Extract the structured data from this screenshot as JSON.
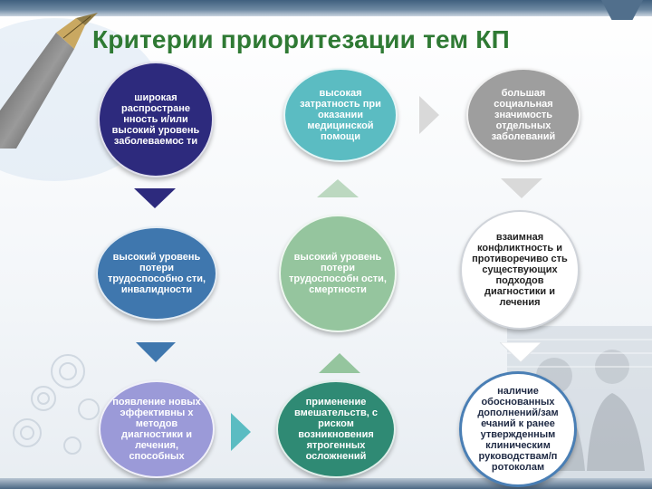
{
  "title": "Критерии приоритезации тем КП",
  "nodes": [
    {
      "id": "n1",
      "text": "широкая распростране нность и/или высокий уровень заболеваемос ти",
      "color": "#2d2a7d"
    },
    {
      "id": "n2",
      "text": "высокая затратность при оказании медицинской помощи",
      "color": "#5bbcc2"
    },
    {
      "id": "n3",
      "text": "большая социальная значимость отдельных заболеваний",
      "color": "#9e9e9e"
    },
    {
      "id": "n4",
      "text": "высокий уровень потери трудоспособно сти, инвалидности",
      "color": "#3f77ae"
    },
    {
      "id": "n5",
      "text": "высокий уровень потери трудоспособн ости, смертности",
      "color": "#95c59e"
    },
    {
      "id": "n6",
      "text": "взаимная конфликтность и противоречиво сть существующих подходов диагностики и лечения",
      "color": "#ffffff",
      "textColor": "#222222"
    },
    {
      "id": "n7",
      "text": "появление новых эффективны х методов диагностики и лечения, способных",
      "color": "#9b9ad8"
    },
    {
      "id": "n8",
      "text": "применение вмешательств, с риском возникновения ятрогенных осложнений",
      "color": "#2f8a74"
    },
    {
      "id": "n9",
      "text": "наличие обоснованных дополнений/зам ечаний к ранее утвержденным клиническим руководствам/п ротоколам",
      "color": "#ffffff",
      "textColor": "#1f2a44"
    }
  ],
  "arrows": [
    {
      "id": "a1",
      "direction": "down",
      "color": "#2d2a7d"
    },
    {
      "id": "a2",
      "direction": "down",
      "color": "#3f77ae"
    },
    {
      "id": "a3",
      "direction": "right",
      "color": "#5bbcc2"
    },
    {
      "id": "a4",
      "direction": "up",
      "color": "#95c59e"
    },
    {
      "id": "a5",
      "direction": "up",
      "color": "#bcd8c0"
    },
    {
      "id": "a6",
      "direction": "right",
      "color": "#d9d9d9"
    },
    {
      "id": "a7",
      "direction": "down",
      "color": "#d9d9d9"
    },
    {
      "id": "a8",
      "direction": "down",
      "color": "#ffffff"
    }
  ]
}
